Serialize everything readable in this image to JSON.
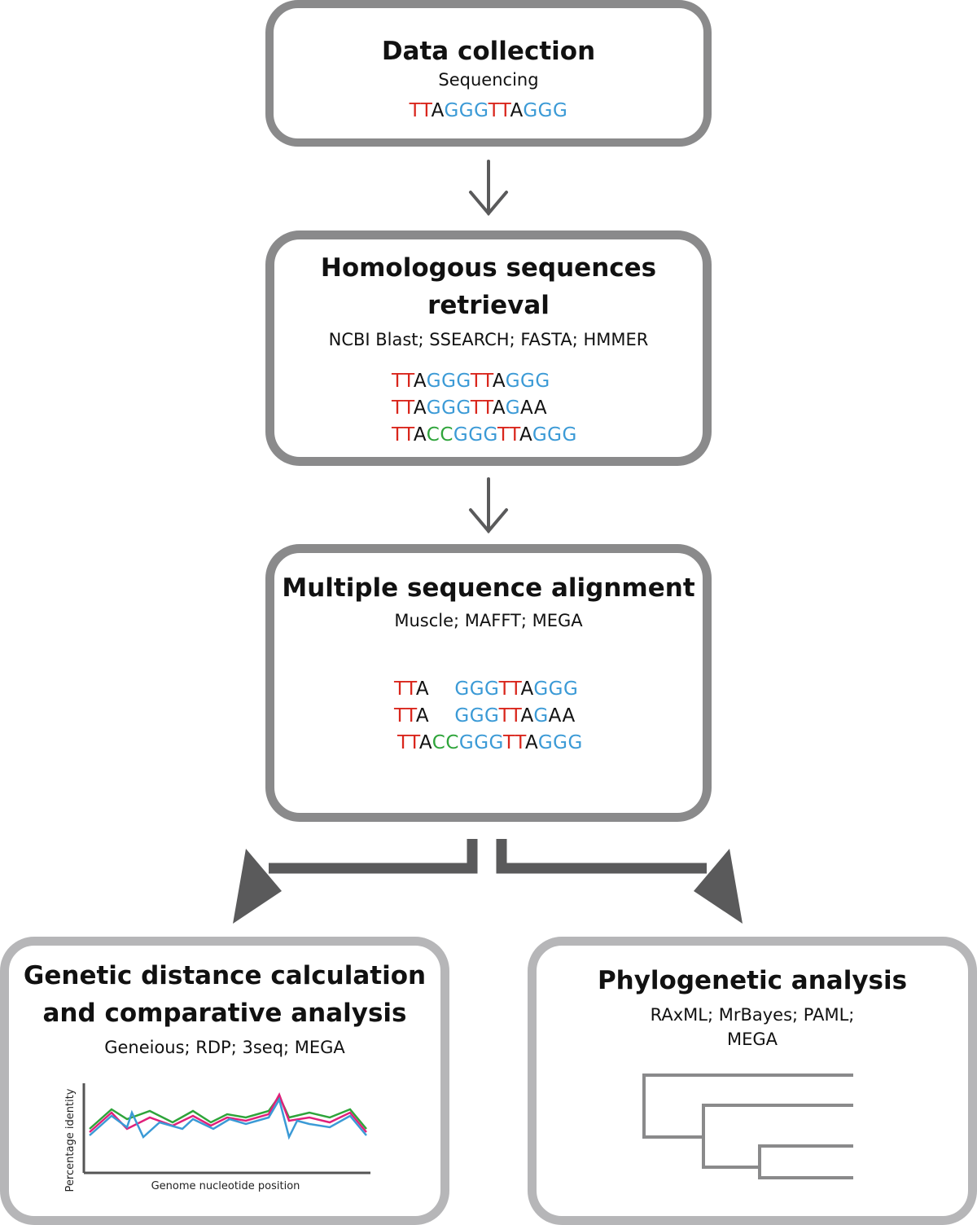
{
  "steps": {
    "collection": {
      "title": "Data collection",
      "tools": "Sequencing",
      "sequence": [
        {
          "t": "TT",
          "c": "r"
        },
        {
          "t": "A",
          "c": "k"
        },
        {
          "t": "GGG",
          "c": "b"
        },
        {
          "t": "TT",
          "c": "r"
        },
        {
          "t": "A",
          "c": "k"
        },
        {
          "t": "GGG",
          "c": "b"
        }
      ]
    },
    "retrieval": {
      "title_line1": "Homologous sequences",
      "title_line2": "retrieval",
      "tools": "NCBI Blast; SSEARCH; FASTA; HMMER",
      "sequences": [
        [
          {
            "t": "TT",
            "c": "r"
          },
          {
            "t": "A",
            "c": "k"
          },
          {
            "t": "GGG",
            "c": "b"
          },
          {
            "t": "TT",
            "c": "r"
          },
          {
            "t": "A",
            "c": "k"
          },
          {
            "t": "GGG",
            "c": "b"
          }
        ],
        [
          {
            "t": "TT",
            "c": "r"
          },
          {
            "t": "A",
            "c": "k"
          },
          {
            "t": "GGG",
            "c": "b"
          },
          {
            "t": "TT",
            "c": "r"
          },
          {
            "t": "A",
            "c": "k"
          },
          {
            "t": "G",
            "c": "b"
          },
          {
            "t": "AA",
            "c": "k"
          }
        ],
        [
          {
            "t": "TT",
            "c": "r"
          },
          {
            "t": "A",
            "c": "k"
          },
          {
            "t": "CC",
            "c": "g"
          },
          {
            "t": "GGG",
            "c": "b"
          },
          {
            "t": "TT",
            "c": "r"
          },
          {
            "t": "A",
            "c": "k"
          },
          {
            "t": "GGG",
            "c": "b"
          }
        ]
      ]
    },
    "alignment": {
      "title": "Multiple sequence alignment",
      "tools": "Muscle; MAFFT; MEGA",
      "sequences": [
        [
          {
            "t": "TT",
            "c": "r"
          },
          {
            "t": "A    ",
            "c": "k"
          },
          {
            "t": "GGG",
            "c": "b"
          },
          {
            "t": "TT",
            "c": "r"
          },
          {
            "t": "A",
            "c": "k"
          },
          {
            "t": "GGG",
            "c": "b"
          }
        ],
        [
          {
            "t": "TT",
            "c": "r"
          },
          {
            "t": "A    ",
            "c": "k"
          },
          {
            "t": "GGG",
            "c": "b"
          },
          {
            "t": "TT",
            "c": "r"
          },
          {
            "t": "A",
            "c": "k"
          },
          {
            "t": "G",
            "c": "b"
          },
          {
            "t": "AA",
            "c": "k"
          }
        ],
        [
          {
            "t": "TT",
            "c": "r"
          },
          {
            "t": "A",
            "c": "k"
          },
          {
            "t": "CC",
            "c": "g"
          },
          {
            "t": "GGG",
            "c": "b"
          },
          {
            "t": "TT",
            "c": "r"
          },
          {
            "t": "A",
            "c": "k"
          },
          {
            "t": "GGG",
            "c": "b"
          }
        ]
      ]
    },
    "distance": {
      "title_line1": "Genetic distance calculation",
      "title_line2": "and comparative analysis",
      "tools": "Geneious; RDP; 3seq; MEGA",
      "ylabel": "Percentage identity",
      "xlabel": "Genome nucleotide position"
    },
    "phylogenetic": {
      "title": "Phylogenetic analysis",
      "tools_line1": "RAxML; MrBayes; PAML;",
      "tools_line2": "MEGA"
    }
  },
  "colors": {
    "box_dark": "#8a8a8b",
    "box_light": "#b6b6b8",
    "arrow": "#5a5a5b",
    "red": "#d9261c",
    "blue": "#3b9ad6",
    "green": "#2ea43a",
    "magenta": "#e0207a"
  }
}
